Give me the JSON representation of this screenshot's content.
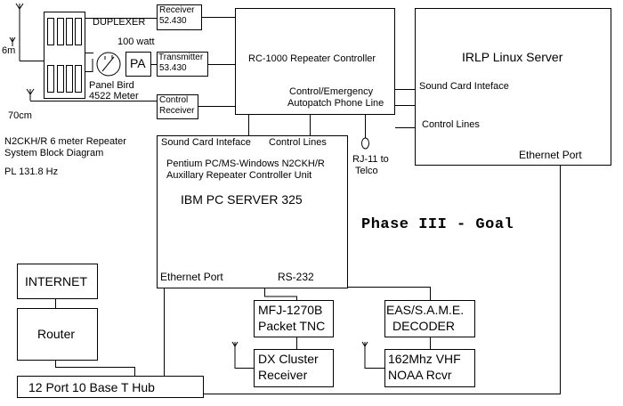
{
  "title": {
    "line1": "N2CKH/R 6 meter Repeater",
    "line2": "System Block Diagram",
    "pl": "PL 131.8 Hz"
  },
  "goal": "Phase III - Goal",
  "antennas": {
    "six_m": "6m",
    "seventy_cm": "70cm"
  },
  "rf": {
    "duplexer": "DUPLEXER",
    "watt": "100 watt",
    "pa": "PA",
    "meter_line1": "Panel Bird",
    "meter_line2": "4522 Meter",
    "receiver_line1": "Receiver",
    "receiver_line2": "52.430",
    "transmitter_line1": "Transmitter",
    "transmitter_line2": "53.430",
    "control_line1": "Control",
    "control_line2": "Receiver"
  },
  "controller": {
    "title": "RC-1000 Repeater Controller",
    "line1": "Control/Emergency",
    "line2": "Autopatch Phone Line"
  },
  "irlp": {
    "title": "IRLP Linux Server",
    "sound_card": "Sound Card Inteface",
    "control_lines": "Control Lines",
    "ethernet": "Ethernet Port"
  },
  "telco": {
    "line1": "RJ-11 to",
    "line2": "Telco"
  },
  "pc": {
    "sound_card": "Sound Card Inteface",
    "control_lines": "Control Lines",
    "desc_line1": "Pentium PC/MS-Windows N2CKH/R",
    "desc_line2": "Auxillary Repeater Controller Unit",
    "name": "IBM PC SERVER 325",
    "ethernet": "Ethernet Port",
    "rs232": "RS-232"
  },
  "internet": "INTERNET",
  "router": "Router",
  "hub": "12 Port 10 Base T Hub",
  "tnc": {
    "line1": "MFJ-1270B",
    "line2": "Packet TNC"
  },
  "eas": {
    "line1": "EAS/S.A.M.E.",
    "line2": "DECODER"
  },
  "dx": {
    "line1": "DX Cluster",
    "line2": "Receiver"
  },
  "noaa": {
    "line1": "162Mhz VHF",
    "line2": "NOAA Rcvr"
  }
}
